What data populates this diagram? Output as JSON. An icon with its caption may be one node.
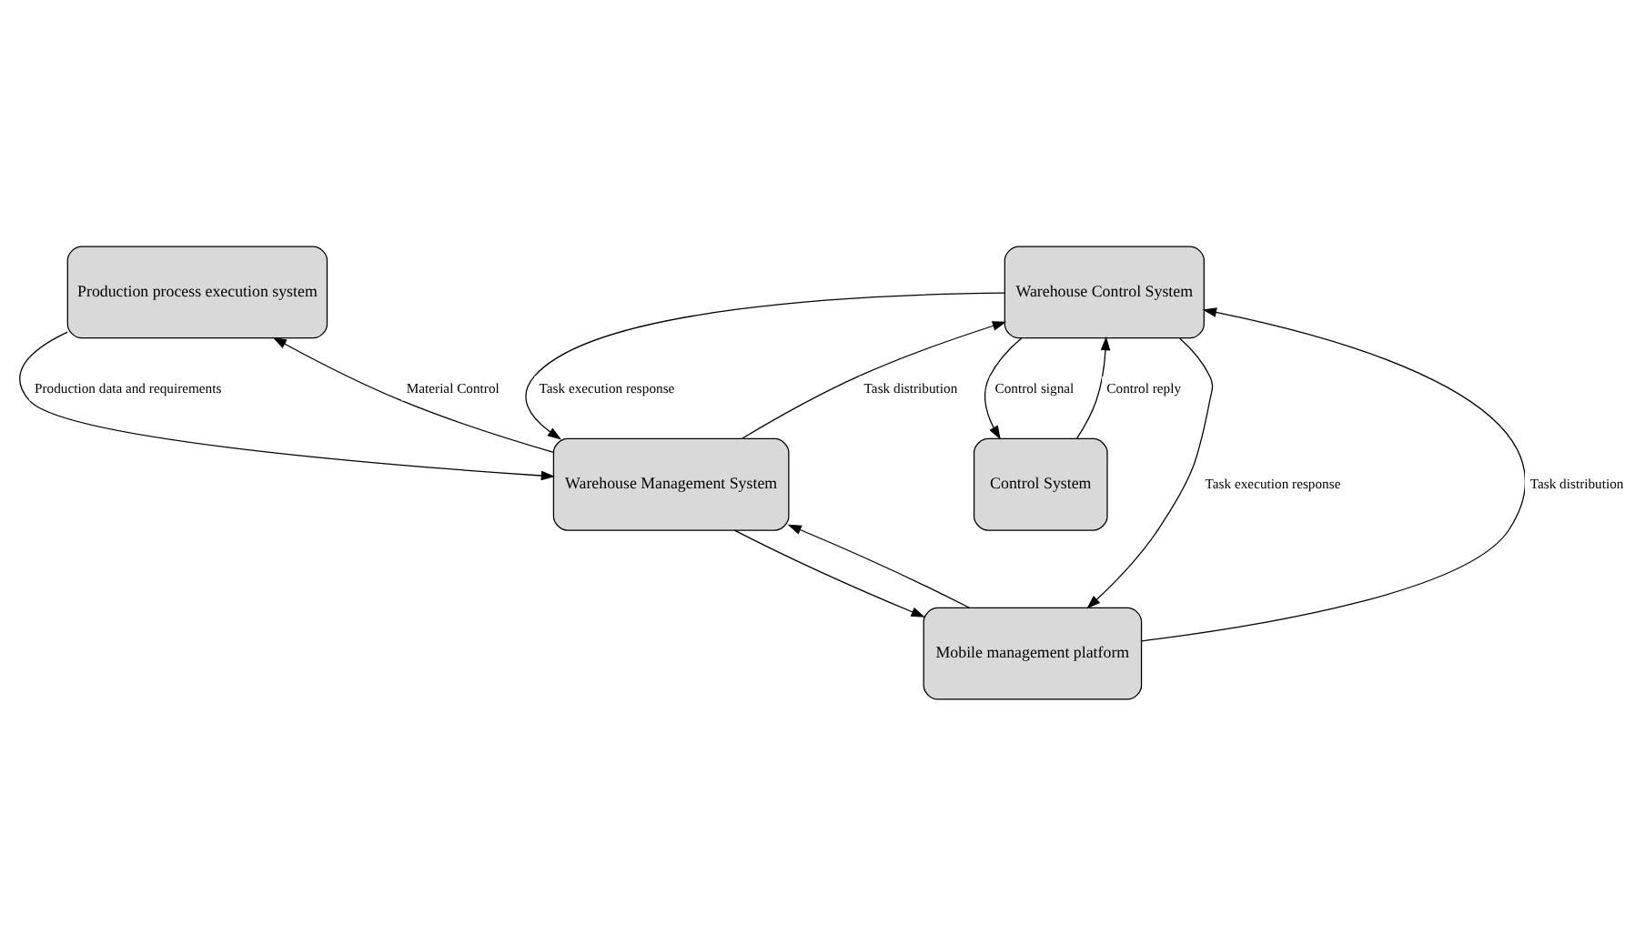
{
  "diagram": {
    "nodes": [
      {
        "text": [
          "Production process execution system"
        ]
      },
      {
        "text": [
          "Warehouse Control System"
        ]
      },
      {
        "text": [
          "Warehouse Management System"
        ]
      },
      {
        "text": [
          "Control System"
        ]
      },
      {
        "text": [
          "Mobile management platform"
        ]
      }
    ],
    "edges": [
      {
        "from": 0,
        "to": 2,
        "arrow": "to",
        "label": "Production data and requirements"
      },
      {
        "from": 1,
        "to": 2,
        "arrow": "to",
        "label": "Task execution response"
      },
      {
        "from": 2,
        "to": 0,
        "arrow": "to",
        "label": "Material Control"
      },
      {
        "from": 2,
        "to": 1,
        "arrow": "to",
        "label": "Task distribution"
      },
      {
        "from": 2,
        "to": 4,
        "arrow": "to"
      },
      {
        "from": 4,
        "to": 2,
        "arrow": "to"
      },
      {
        "from": 4,
        "to": 1,
        "arrow": "to",
        "label": "Task distribution"
      },
      {
        "from": 1,
        "to": 4,
        "arrow": "to",
        "label": "Task execution response"
      },
      {
        "from": 1,
        "to": 3,
        "arrow": "to",
        "label": "Control signal"
      },
      {
        "from": 3,
        "to": 1,
        "arrow": "to",
        "label": "Control reply"
      }
    ]
  }
}
